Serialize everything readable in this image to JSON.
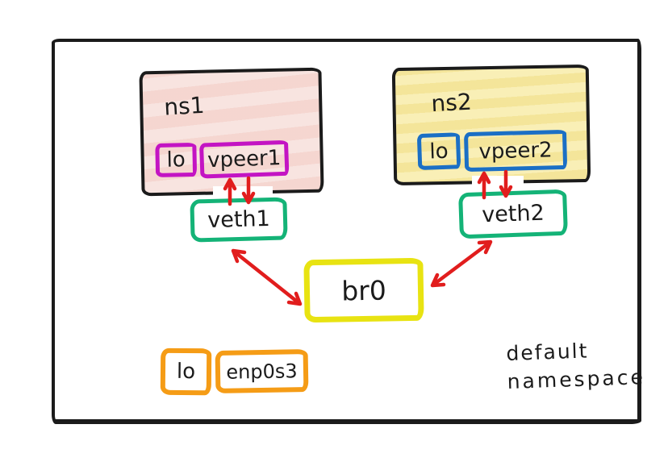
{
  "colors": {
    "ink": "#1b1b1b",
    "arrow_red": "#e11d1d",
    "ns1_fill": "#f8e4e0",
    "ns1_interface_border": "#c314c3",
    "ns2_fill": "#f9efb6",
    "ns2_interface_border": "#1b6fc5",
    "veth_border": "#14b377",
    "bridge_border": "#e8e312",
    "host_interface_border": "#f59c16"
  },
  "namespaces": [
    {
      "title": "ns1",
      "interfaces": [
        {
          "label": "lo"
        },
        {
          "label": "vpeer1"
        }
      ]
    },
    {
      "title": "ns2",
      "interfaces": [
        {
          "label": "lo"
        },
        {
          "label": "vpeer2"
        }
      ]
    }
  ],
  "veth_devices": [
    {
      "label": "veth1"
    },
    {
      "label": "veth2"
    }
  ],
  "bridge": {
    "label": "br0"
  },
  "host": {
    "caption_line1": "default",
    "caption_line2": "namespace",
    "interfaces": [
      {
        "label": "lo"
      },
      {
        "label": "enp0s3"
      }
    ]
  },
  "connections": [
    {
      "from": "vpeer1",
      "to": "veth1",
      "style": "paired-vertical-arrows"
    },
    {
      "from": "vpeer2",
      "to": "veth2",
      "style": "paired-vertical-arrows"
    },
    {
      "from": "veth1",
      "to": "br0",
      "style": "double-headed-diagonal"
    },
    {
      "from": "br0",
      "to": "veth2",
      "style": "double-headed-diagonal"
    }
  ]
}
